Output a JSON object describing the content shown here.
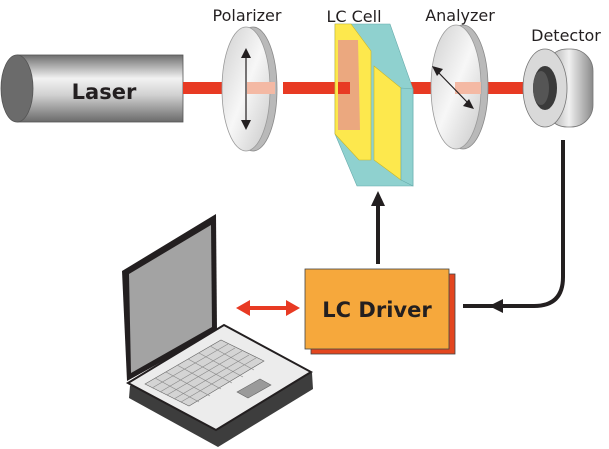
{
  "labels": {
    "laser": "Laser",
    "polarizer": "Polarizer",
    "lc_cell": "LC Cell",
    "analyzer": "Analyzer",
    "detector": "Detector",
    "lc_driver": "LC Driver"
  },
  "colors": {
    "beam": "#e83a23",
    "beam_attenuated": "#f4b9a4",
    "lc_yellow": "#fde84d",
    "lc_cyan": "#8fd1cf",
    "driver_front": "#f6a83c",
    "driver_back": "#e3461f",
    "line": "#231f20"
  }
}
